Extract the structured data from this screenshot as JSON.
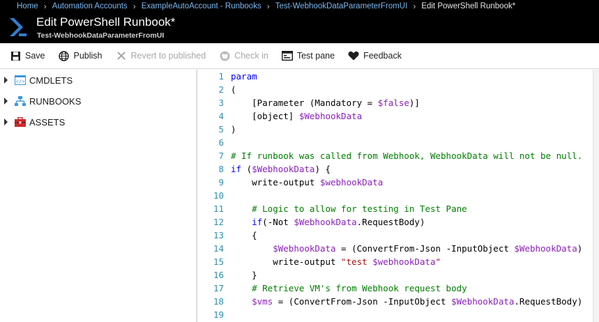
{
  "breadcrumb": [
    "Home",
    "Automation Accounts",
    "ExampleAutoAccount - Runbooks",
    "Test-WebhookDataParameterFromUI",
    "Edit PowerShell Runbook*"
  ],
  "header": {
    "title": "Edit PowerShell Runbook*",
    "subtitle": "Test-WebhookDataParameterFromUI"
  },
  "toolbar": {
    "save": "Save",
    "publish": "Publish",
    "revert": "Revert to published",
    "checkin": "Check in",
    "testpane": "Test pane",
    "feedback": "Feedback"
  },
  "tree": [
    "CMDLETS",
    "RUNBOOKS",
    "ASSETS"
  ],
  "editor": {
    "line_numbers": [
      "1",
      "2",
      "3",
      "4",
      "5",
      "6",
      "7",
      "8",
      "9",
      "10",
      "11",
      "12",
      "13",
      "14",
      "15",
      "16",
      "17",
      "18",
      "19"
    ],
    "lines": [
      "param",
      "(",
      "    [Parameter (Mandatory = $false)]",
      "    [object] $WebhookData",
      ")",
      "",
      "# If runbook was called from Webhook, WebhookData will not be null.",
      "if ($WebhookData) {",
      "    write-output $webhookData",
      "",
      "    # Logic to allow for testing in Test Pane",
      "    if(-Not $WebhookData.RequestBody)",
      "    {",
      "        $WebhookData = (ConvertFrom-Json -InputObject $WebhookData)",
      "        write-output \"test $webhookData\"",
      "    }",
      "    # Retrieve VM's from Webhook request body",
      "    $vms = (ConvertFrom-Json -InputObject $WebhookData.RequestBody)",
      ""
    ]
  },
  "colors": {
    "header_bg": "#000000",
    "breadcrumb_link": "#7cb8ef",
    "keyword": "#0000ff",
    "variable": "#8a1fbb",
    "comment": "#008000",
    "string": "#a31515",
    "line_number": "#2b91af"
  },
  "icons": [
    "powershell-logo-icon",
    "save-icon",
    "globe-icon",
    "close-icon",
    "github-icon",
    "test-pane-icon",
    "heart-icon",
    "cmdlet-icon",
    "runbook-icon",
    "toolbox-icon"
  ]
}
